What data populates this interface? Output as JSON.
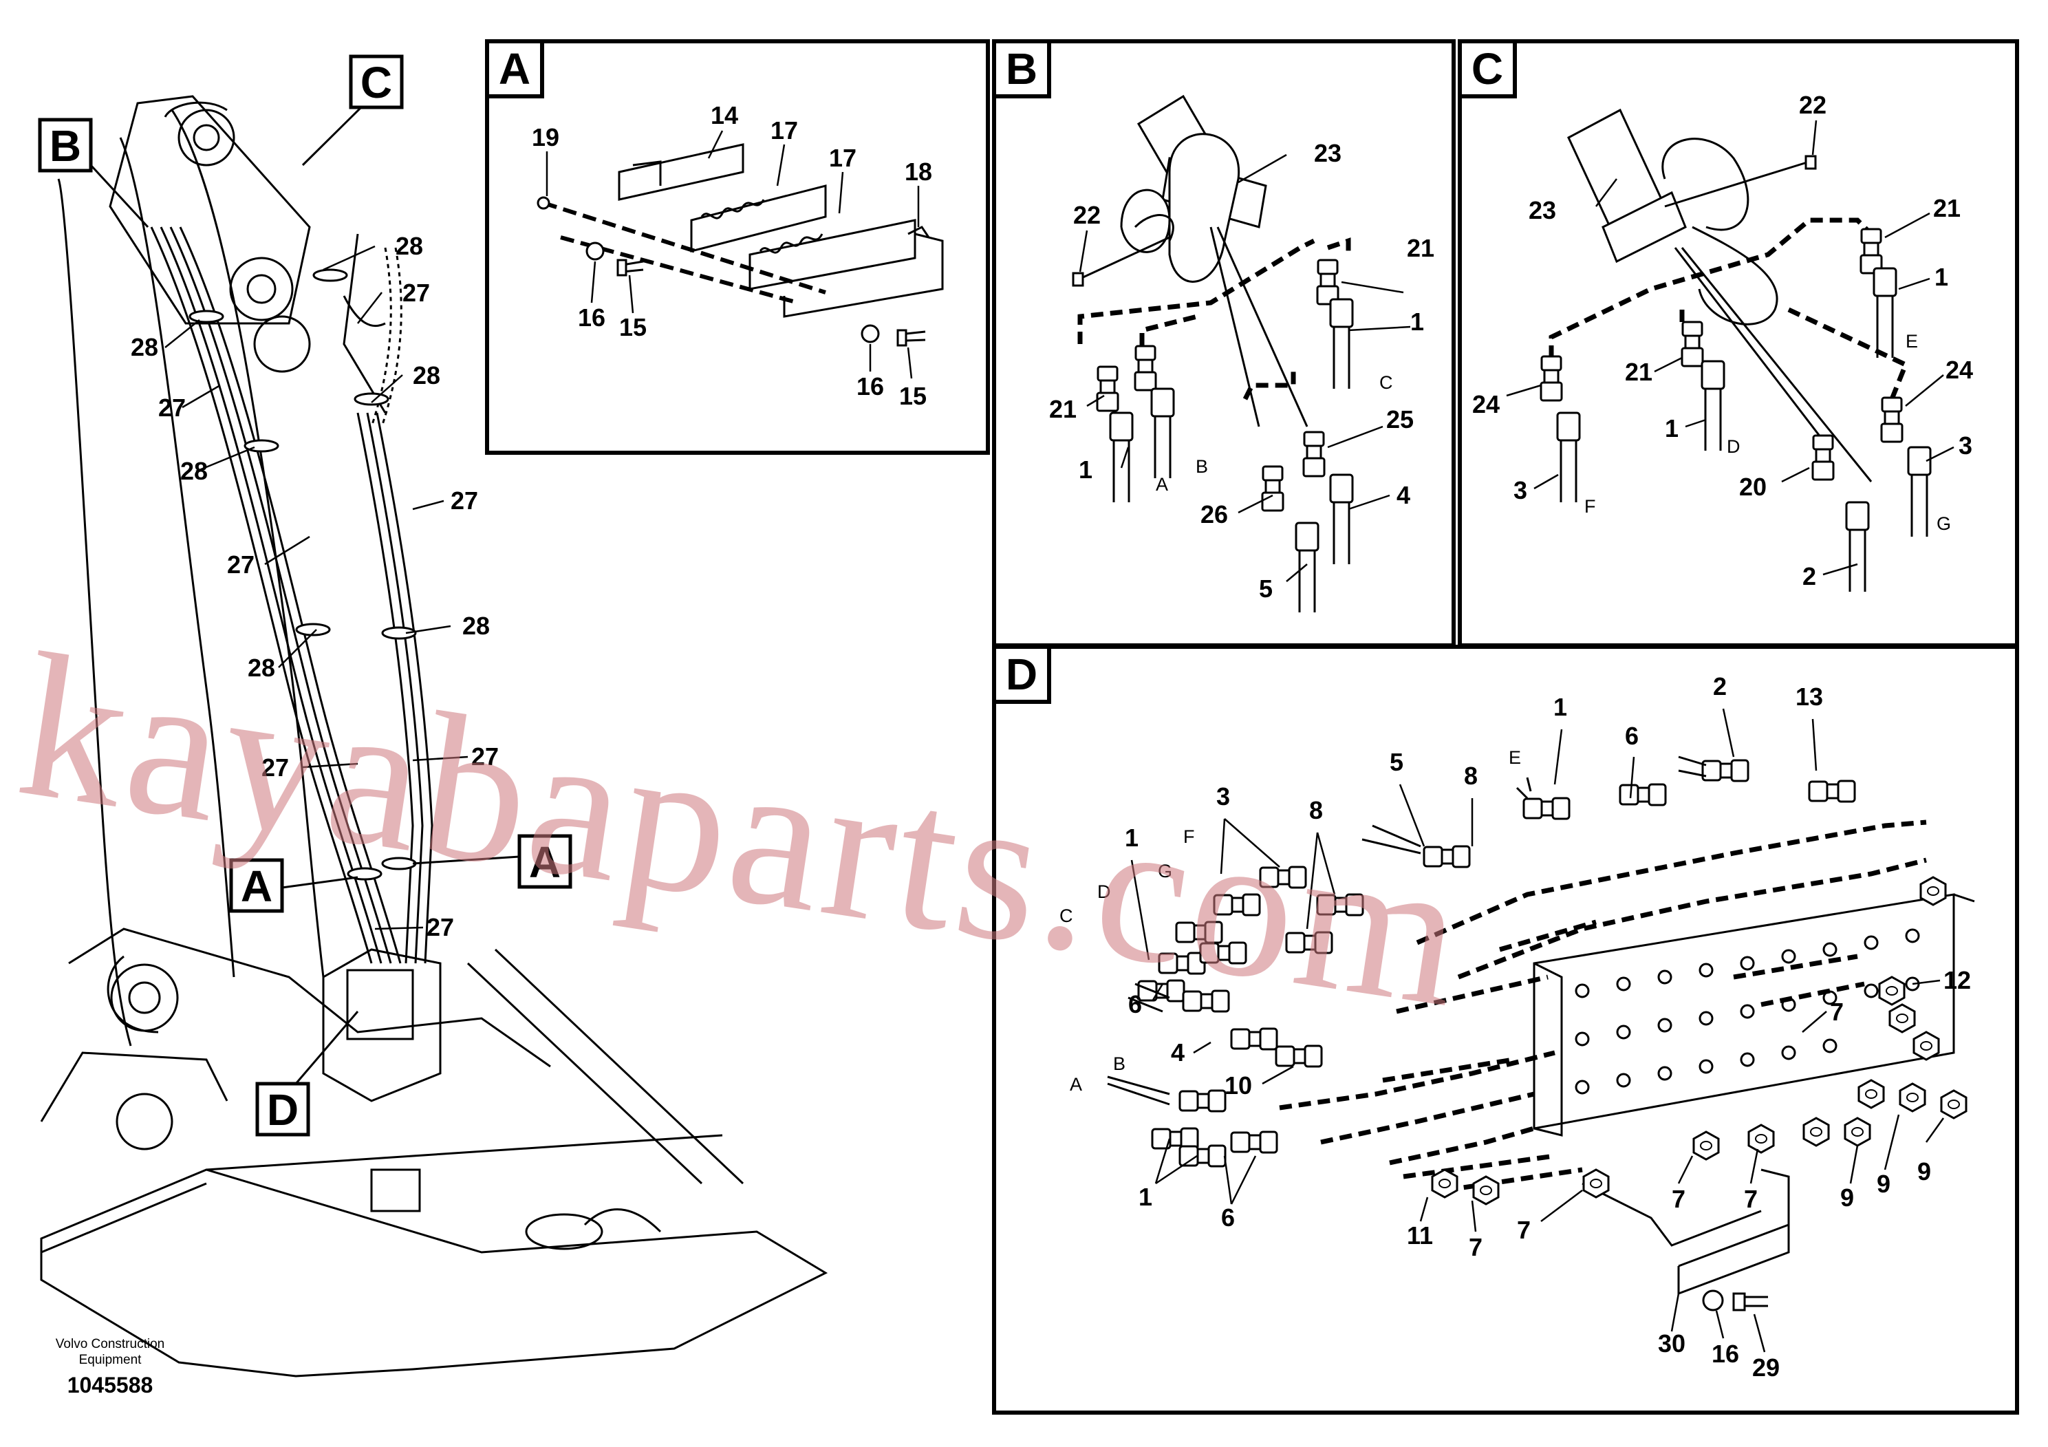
{
  "panels": [
    {
      "id": "A"
    },
    {
      "id": "B"
    },
    {
      "id": "C"
    },
    {
      "id": "D"
    }
  ],
  "overview_callouts": {
    "view_b": "B",
    "view_c": "C",
    "view_a_left": "A",
    "view_a_right": "A",
    "view_d": "D",
    "hose_clamp_28": "28",
    "hose_bracket_27": "27"
  },
  "panel_a_callouts": [
    "19",
    "14",
    "17",
    "17",
    "18",
    "16",
    "15",
    "16",
    "15"
  ],
  "panel_b_callouts": [
    "23",
    "22",
    "21",
    "1",
    "21",
    "1",
    "25",
    "26",
    "4",
    "5"
  ],
  "panel_b_letters": [
    "A",
    "B",
    "C"
  ],
  "panel_c_callouts": [
    "22",
    "23",
    "21",
    "1",
    "21",
    "24",
    "1",
    "24",
    "3",
    "20",
    "3",
    "2"
  ],
  "panel_c_letters": [
    "E",
    "D",
    "F",
    "G"
  ],
  "panel_d_callouts": [
    "2",
    "13",
    "1",
    "6",
    "5",
    "8",
    "3",
    "1",
    "8",
    "6",
    "4",
    "10",
    "1",
    "6",
    "12",
    "7",
    "11",
    "7",
    "7",
    "7",
    "7",
    "9",
    "9",
    "9",
    "30",
    "16",
    "29"
  ],
  "panel_d_letters": [
    "E",
    "F",
    "G",
    "D",
    "C",
    "B",
    "A"
  ],
  "footer": {
    "brand_line1": "Volvo Construction",
    "brand_line2": "Equipment",
    "part_number": "1045588"
  },
  "watermark": "kayabaparts.com",
  "colors": {
    "line": "#000000",
    "watermark": "#d4888c"
  }
}
